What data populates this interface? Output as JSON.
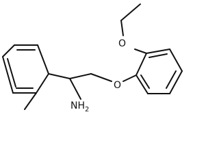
{
  "molecule": {
    "atom_labels": {
      "o_top": "O",
      "o_link": "O",
      "amine": "NH",
      "amine_sub": "2"
    }
  }
}
